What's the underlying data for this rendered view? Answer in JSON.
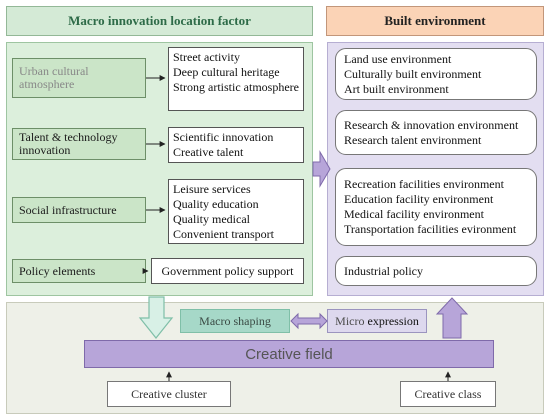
{
  "headers": {
    "left": "Macro innovation location factor",
    "right": "Built environment"
  },
  "factors": [
    {
      "label": "Urban cultural atmosphere",
      "items": [
        "Street activity",
        "Deep cultural heritage",
        "Strong artistic atmosphere"
      ]
    },
    {
      "label": "Talent & technology innovation",
      "items": [
        "Scientific innovation",
        "Creative talent"
      ]
    },
    {
      "label": "Social infrastructure",
      "items": [
        "Leisure services",
        "Quality education",
        "Quality medical",
        "Convenient transport"
      ]
    },
    {
      "label": "Policy elements",
      "items": [
        "Government policy support"
      ]
    }
  ],
  "environments": [
    [
      "Land use environment",
      "Culturally built environment",
      "Art built environment"
    ],
    [
      "Research & innovation environment",
      "Research talent environment"
    ],
    [
      "Recreation facilities environment",
      "Education facility environment",
      "Medical facility environment",
      "Transportation facilities evironment"
    ],
    [
      "Industrial policy"
    ]
  ],
  "bottom": {
    "macro": "Macro shaping",
    "micro_prefix": "Micro",
    "micro_strong": "expression",
    "field": "Creative field",
    "cluster": "Creative cluster",
    "class": "Creative class"
  },
  "colors": {
    "header_left_bg": "#d4ead6",
    "header_right_bg": "#fbd3b6",
    "left_panel_bg": "#dcefdc",
    "right_panel_bg": "#e3def1",
    "bottom_panel_bg": "#eef0e8",
    "factor_bg": "#cbe5c8",
    "macro_bg": "#a6d8c8",
    "micro_bg": "#ddd8ee",
    "field_bg": "#b7a5d9"
  }
}
